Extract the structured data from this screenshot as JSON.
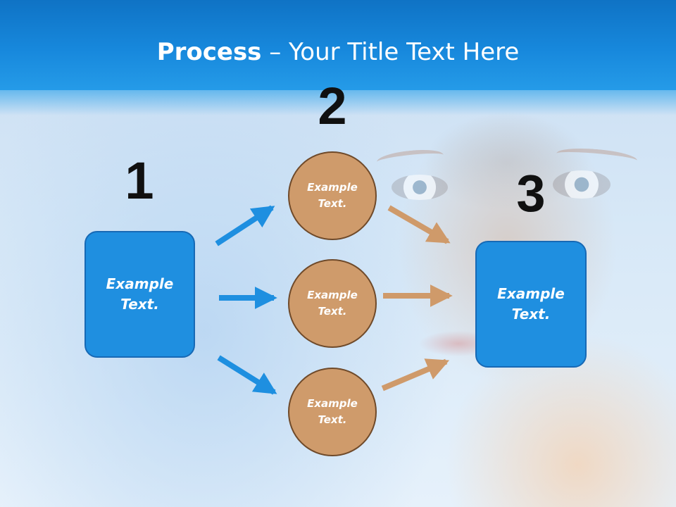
{
  "slide": {
    "title_strong": "Process",
    "title_rest": " – Your Title Text Here"
  },
  "steps": {
    "one": "1",
    "two": "2",
    "three": "3"
  },
  "boxes": {
    "left_text": "Example\nText.",
    "right_text": "Example\nText."
  },
  "circles": {
    "top_text": "Example\nText.",
    "middle_text": "Example\nText.",
    "bottom_text": "Example\nText."
  },
  "colors": {
    "header_blue": "#1788dc",
    "box_blue": "#1f8fe0",
    "arrow_blue": "#1e8fe0",
    "circle_tan": "#cf9b6b",
    "arrow_tan": "#cf9a6a",
    "number_black": "#101010"
  }
}
